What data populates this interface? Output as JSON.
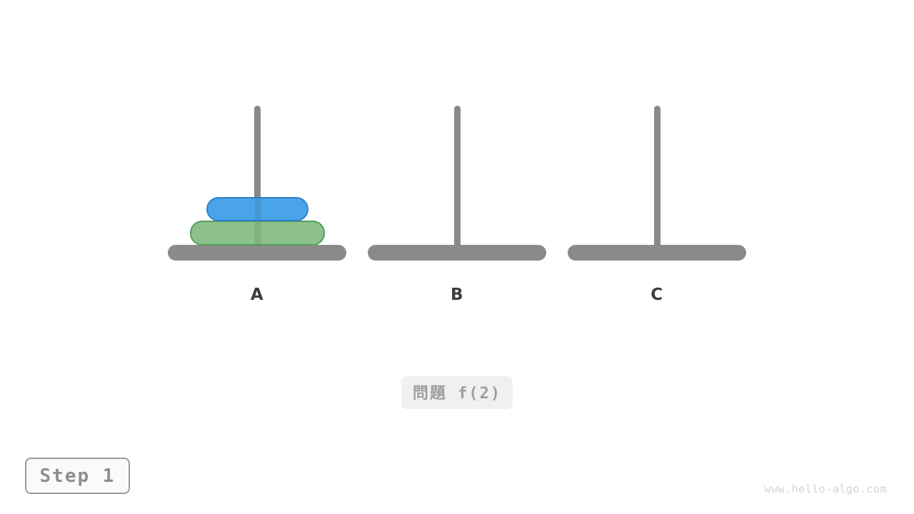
{
  "figure": {
    "problem_label": "問題 f(2)",
    "step_label": "Step 1",
    "watermark": "www.hello-algo.com"
  },
  "pegs": [
    {
      "label": "A",
      "disks": [
        {
          "size": 2,
          "color_name": "green"
        },
        {
          "size": 1,
          "color_name": "blue"
        }
      ]
    },
    {
      "label": "B",
      "disks": []
    },
    {
      "label": "C",
      "disks": []
    }
  ],
  "colors": {
    "peg_gray": "#8a8a8a",
    "label_color": "#3d3d3d",
    "disk1_fill": "#4ba4e9",
    "disk1_border": "#2d80ce",
    "disk2_fill": "#8dc18c",
    "disk2_border": "#539e55",
    "badge_bg": "#f0f0f0",
    "badge_text": "#9e9e9e",
    "step_bg": "#fafafa",
    "step_border": "#9c9c9c",
    "step_text": "#8e8e8e",
    "watermark_color": "#d4d4d4"
  }
}
